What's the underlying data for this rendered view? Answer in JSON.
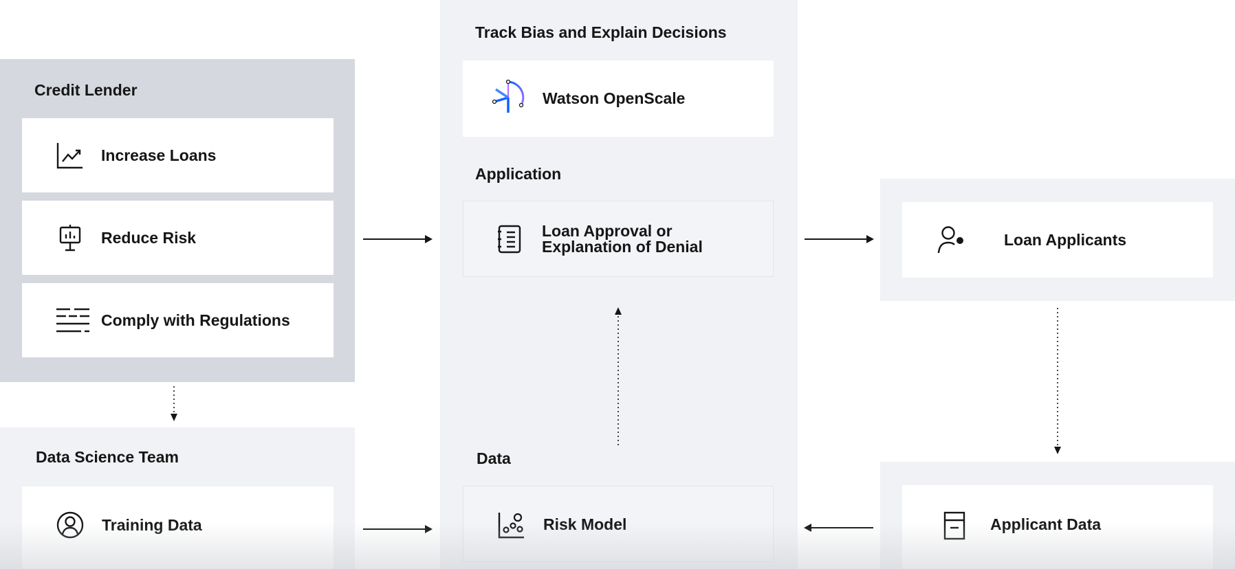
{
  "credit_lender": {
    "title": "Credit Lender",
    "items": [
      {
        "label": "Increase Loans",
        "icon": "chart-line-icon"
      },
      {
        "label": "Reduce Risk",
        "icon": "presentation-board-icon"
      },
      {
        "label": "Comply with Regulations",
        "icon": "text-lines-icon"
      }
    ]
  },
  "data_science": {
    "title": "Data Science Team",
    "items": [
      {
        "label": "Training Data",
        "icon": "user-avatar-icon"
      }
    ]
  },
  "center": {
    "track_title": "Track Bias and Explain Decisions",
    "openscale_label": "Watson OpenScale",
    "application_title": "Application",
    "loan_line1": "Loan Approval or",
    "loan_line2": "Explanation of Denial",
    "data_title": "Data",
    "risk_label": "Risk Model"
  },
  "applicants": {
    "label": "Loan Applicants",
    "data_label": "Applicant Data"
  },
  "colors": {
    "lender_panel": "#d5d8de",
    "light_panel": "#f1f2f5",
    "box": "#ffffff",
    "text": "#161616",
    "accent_blue": "#0f62fe"
  }
}
